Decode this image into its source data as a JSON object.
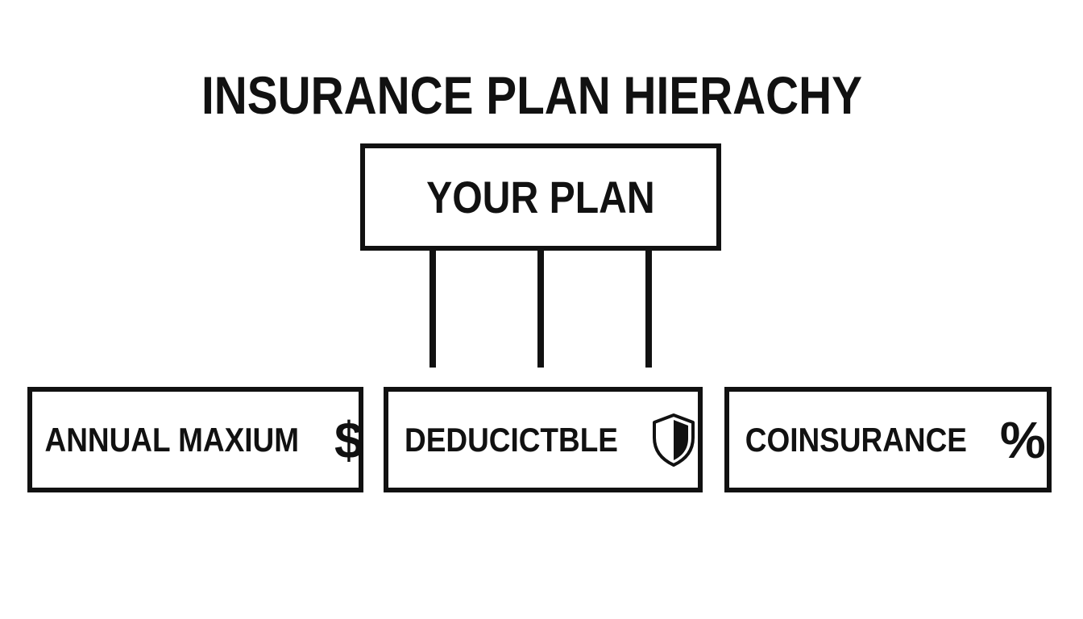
{
  "title": "INSURANCE PLAN HIERACHY",
  "root": {
    "label": "YOUR PLAN"
  },
  "children": [
    {
      "label": "ANNUAL MAXIUM",
      "icon": "dollar-sign-icon",
      "glyph": "$"
    },
    {
      "label": "DEDUCICTBLE",
      "icon": "shield-icon"
    },
    {
      "label": "COINSURANCE",
      "icon": "percent-icon",
      "glyph": "%"
    }
  ]
}
